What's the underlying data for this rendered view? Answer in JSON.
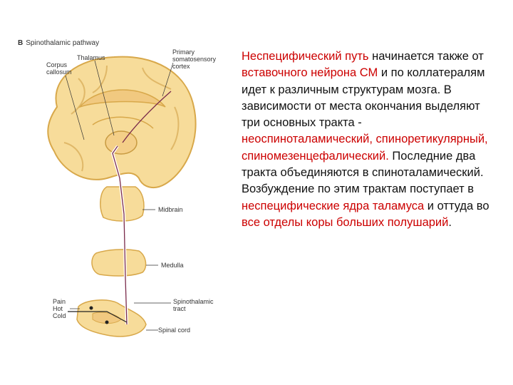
{
  "figure": {
    "panel_letter": "B",
    "title": "Spinothalamic pathway",
    "labels": {
      "thalamus": "Thalamus",
      "corpus_callosum": "Corpus\ncallosum",
      "cortex": "Primary\nsomatosensory\ncortex",
      "midbrain": "Midbrain",
      "medulla": "Medulla",
      "tract": "Spinothalamic\ntract",
      "spinal_cord": "Spinal cord",
      "stimuli": "Pain\nHot\nCold"
    }
  },
  "text": {
    "s1": "Неспецифический путь",
    "s2": " начинается также от ",
    "s3": "вставочного нейрона СМ",
    "s4": " и по коллатералям идет к различным структурам мозга. В зависимости от места окончания выделяют три основных тракта - ",
    "s5": "неоспиноталамический, спиноретикулярный, спиномезенцефалический.",
    "s6": " Последние два тракта объединяются в спиноталамический. Возбуждение по этим трактам поступает в ",
    "s7": "неспецифические ядра таламуса",
    "s8": " и оттуда во ",
    "s9": "все отделы коры больших полушарий",
    "s10": "."
  },
  "colors": {
    "highlight": "#cc0000",
    "brain_fill": "#f7dc9a",
    "brain_stroke": "#d8a84a",
    "tract": "#7a2a4a"
  }
}
